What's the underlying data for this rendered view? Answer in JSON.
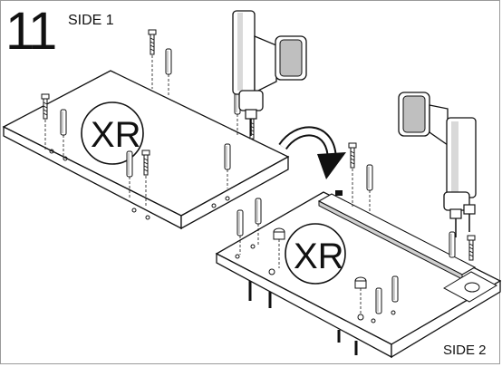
{
  "step": {
    "number": "11"
  },
  "labels": {
    "side_1": "SIDE 1",
    "side_2": "SIDE 2",
    "panel_mark_1": "XR",
    "panel_mark_2": "XR"
  },
  "icons": {
    "drill": "power-drill-icon",
    "flip_arrow": "curved-arrow-icon",
    "dowel": "wooden-dowel-icon",
    "screw": "screw-icon",
    "cam_lock": "cam-lock-icon"
  },
  "colors": {
    "line": "#111111",
    "panel_fill": "#ffffff",
    "shade": "#9a9a9a",
    "frame": "#9a9a9a"
  }
}
